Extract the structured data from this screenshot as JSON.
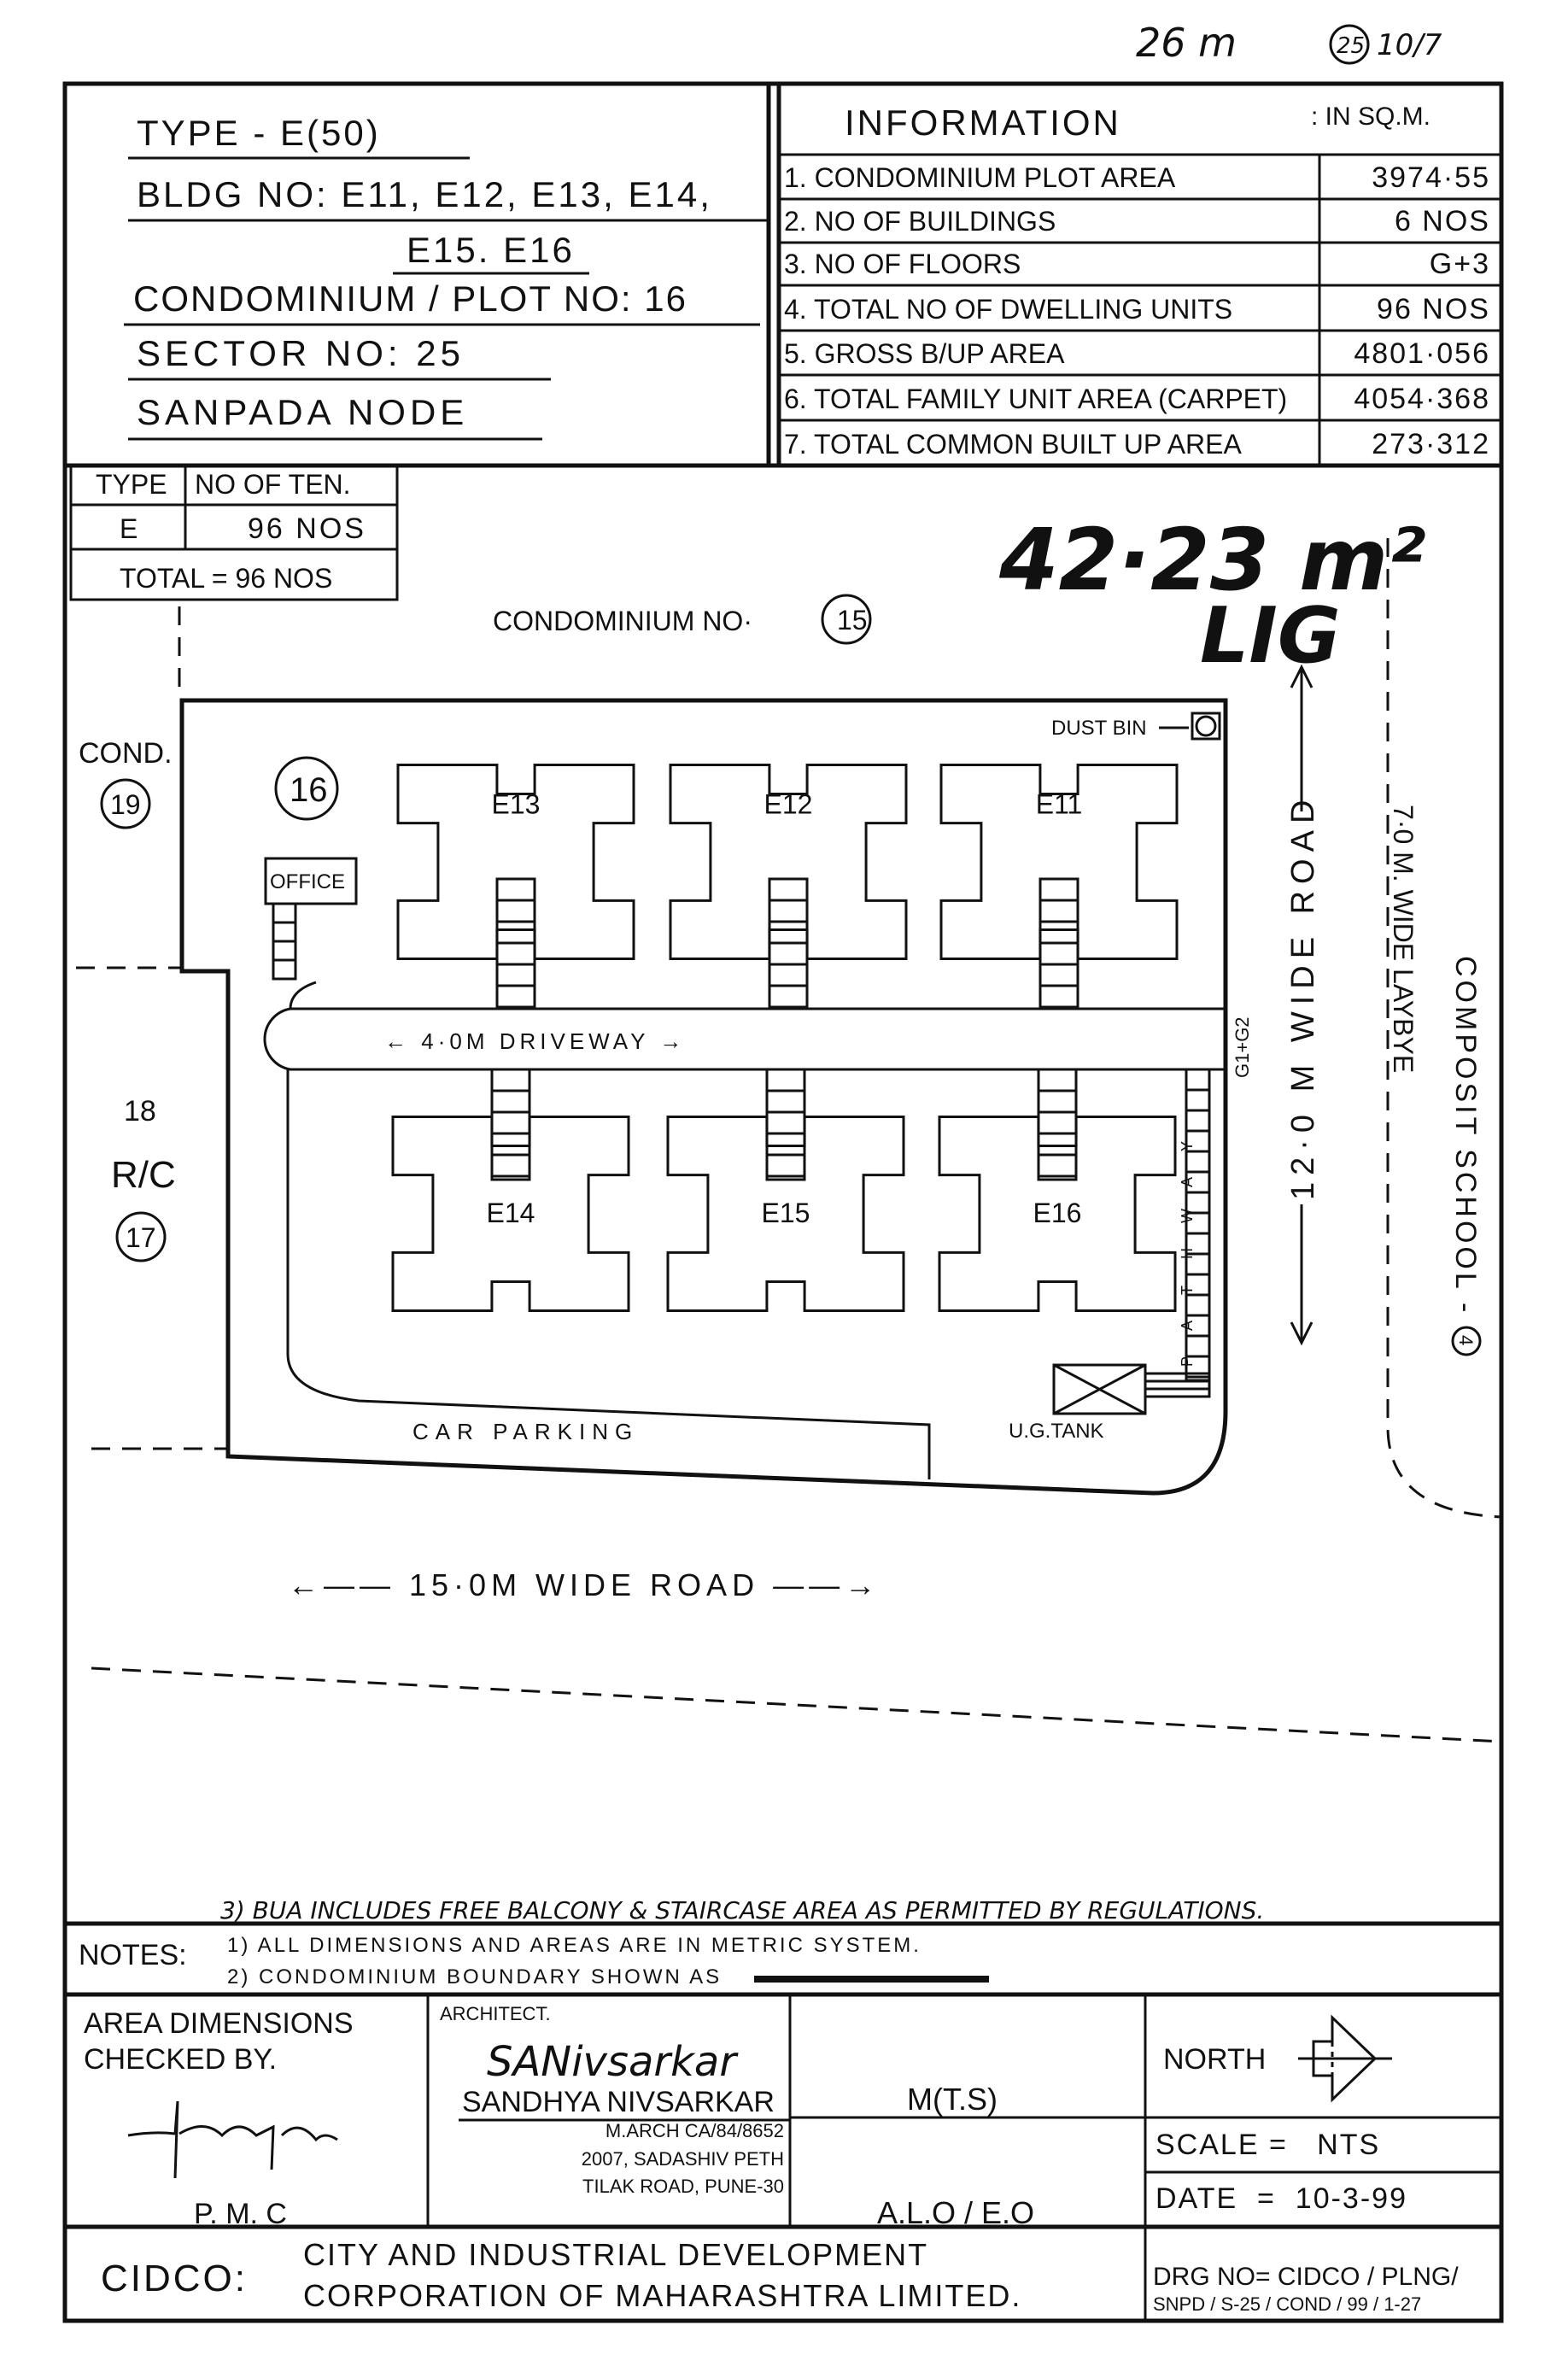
{
  "handwritten": {
    "top_note": "26 m",
    "circled_number": "25",
    "top_fraction": "10/7",
    "area": "42·23 m²",
    "category": "LIG",
    "note_3": "3) BUA INCLUDES FREE BALCONY & STAIRCASE AREA AS PERMITTED BY REGULATIONS."
  },
  "header": {
    "type": "TYPE - E(50)",
    "bldg_no_line1": "BLDG NO: E11, E12, E13, E14,",
    "bldg_no_line2": "E15. E16",
    "plot": "CONDOMINIUM / PLOT NO: 16",
    "sector": "SECTOR NO: 25",
    "node": "SANPADA NODE"
  },
  "information": {
    "title": "INFORMATION",
    "unit": ": IN SQ.M.",
    "rows": [
      {
        "label": "1. CONDOMINIUM PLOT AREA",
        "value": "3974·55"
      },
      {
        "label": "2. NO OF BUILDINGS",
        "value": "6 NOS"
      },
      {
        "label": "3. NO OF FLOORS",
        "value": "G+3"
      },
      {
        "label": "4. TOTAL NO OF DWELLING UNITS",
        "value": "96 NOS"
      },
      {
        "label": "5. GROSS B/UP AREA",
        "value": "4801·056"
      },
      {
        "label": "6. TOTAL FAMILY UNIT AREA (CARPET)",
        "value": "4054·368"
      },
      {
        "label": "7. TOTAL COMMON BUILT UP AREA",
        "value": "273·312"
      }
    ]
  },
  "type_table": {
    "col1": "TYPE",
    "col2": "NO OF TEN.",
    "row_type": "E",
    "row_count": "96 NOS",
    "total": "TOTAL = 96 NOS"
  },
  "site": {
    "condominium_15": "CONDOMINIUM NO·",
    "condominium_15_num": "15",
    "cond_19_label": "COND.",
    "cond_19_num": "19",
    "plot_num": "16",
    "office": "OFFICE",
    "dust_bin": "DUST BIN",
    "driveway": "4·0M DRIVEWAY",
    "g1g2": "G1+G2",
    "road_12": "12·0 M WIDE ROAD",
    "laybye": "7·0 M. WIDE LAYBYE",
    "school": "COMPOSIT SCHOOL -",
    "school_num": "4",
    "left_18": "18",
    "left_rc": "R/C",
    "left_17": "17",
    "car_parking": "CAR PARKING",
    "ug_tank": "U.G.TANK",
    "pathway": [
      "P",
      "A",
      "T",
      "H",
      "W",
      "A",
      "Y"
    ],
    "road_15": "15·0M WIDE ROAD",
    "buildings": [
      "E13",
      "E12",
      "E11",
      "E14",
      "E15",
      "E16"
    ]
  },
  "notes": {
    "label": "NOTES:",
    "note_1": "1) ALL DIMENSIONS AND AREAS ARE IN METRIC SYSTEM.",
    "note_2": "2) CONDOMINIUM BOUNDARY SHOWN AS"
  },
  "title_block": {
    "checked_line1": "AREA DIMENSIONS",
    "checked_line2": "CHECKED BY.",
    "pmc": "P. M. C",
    "architect_label": "ARCHITECT.",
    "architect_signature": "SANivsarkar",
    "architect_name": "SANDHYA NIVSARKAR",
    "arch_line1": "M.ARCH CA/84/8652",
    "arch_line2": "2007, SADASHIV PETH",
    "arch_line3": "TILAK ROAD, PUNE-30",
    "mts": "M(T.S)",
    "alo": "A.L.O / E.O",
    "north": "NORTH",
    "scale": "SCALE =   NTS",
    "date": "DATE  =  10-3-99",
    "cidco": "CIDCO:",
    "org_line1": "CITY AND INDUSTRIAL DEVELOPMENT",
    "org_line2": "CORPORATION OF MAHARASHTRA LIMITED.",
    "drg_line1": "DRG NO= CIDCO / PLNG/",
    "drg_line2": "SNPD / S-25 / COND / 99 / 1-27"
  }
}
